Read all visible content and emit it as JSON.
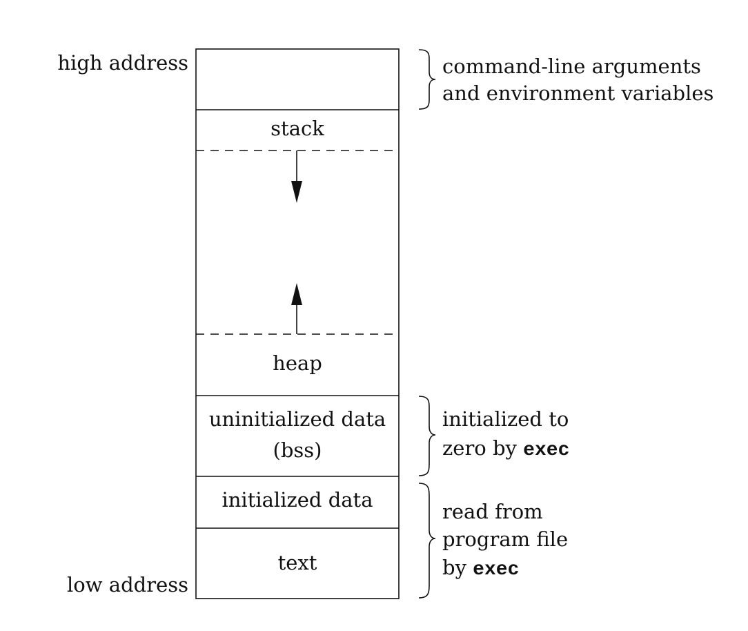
{
  "address_labels": {
    "high": "high address",
    "low": "low address"
  },
  "segments": {
    "args_env": "",
    "stack": "stack",
    "heap": "heap",
    "bss_line1": "uninitialized data",
    "bss_line2": "(bss)",
    "initialized_data": "initialized data",
    "text": "text"
  },
  "annotations": {
    "args_env": {
      "line1": "command-line arguments",
      "line2": "and environment variables"
    },
    "bss": {
      "line1": "initialized to",
      "line2_prefix": "zero by ",
      "line2_code": "exec"
    },
    "program_file": {
      "line1": "read from",
      "line2": "program file",
      "line3_prefix": "by ",
      "line3_code": "exec"
    }
  }
}
